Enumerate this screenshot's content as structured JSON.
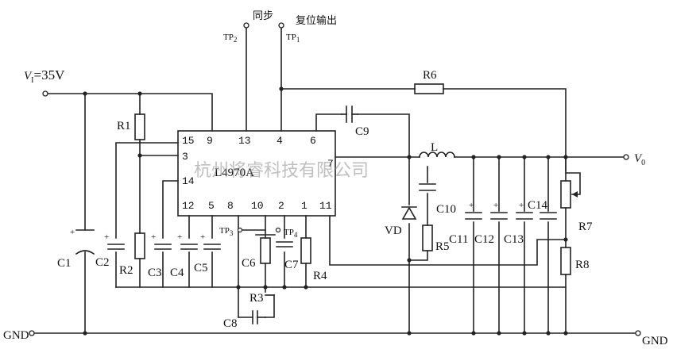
{
  "input": {
    "label_v": "V",
    "label_sub": "I",
    "label_value": "=35V"
  },
  "output": {
    "label_v": "V",
    "label_sub": "0"
  },
  "ground": {
    "left": "GND",
    "right": "GND"
  },
  "test_points": {
    "tp2": {
      "label": "TP",
      "sub": "2",
      "caption": "同步"
    },
    "tp1": {
      "label": "TP",
      "sub": "1",
      "caption": "复位输出"
    },
    "tp3": "TP",
    "tp3_sub": "3",
    "tp4": "TP",
    "tp4_sub": "4"
  },
  "ic": {
    "part": "L4970A",
    "pins_top": [
      "15",
      "9",
      "13",
      "4",
      "6"
    ],
    "pins_left": [
      "3",
      "14"
    ],
    "pin_right": "7",
    "pins_bottom": [
      "12",
      "5",
      "8",
      "10",
      "2",
      "1",
      "11"
    ]
  },
  "components": {
    "R1": "R1",
    "R2": "R2",
    "R3": "R3",
    "R4": "R4",
    "R5": "R5",
    "R6": "R6",
    "R7": "R7",
    "R8": "R8",
    "C1": "C1",
    "C2": "C2",
    "C3": "C3",
    "C4": "C4",
    "C5": "C5",
    "C6": "C6",
    "C7": "C7",
    "C8": "C8",
    "C9": "C9",
    "C10": "C10",
    "C11": "C11",
    "C12": "C12",
    "C13": "C13",
    "C14": "C14",
    "L": "L",
    "VD": "VD"
  },
  "watermark": "杭州将睿科技有限公司"
}
